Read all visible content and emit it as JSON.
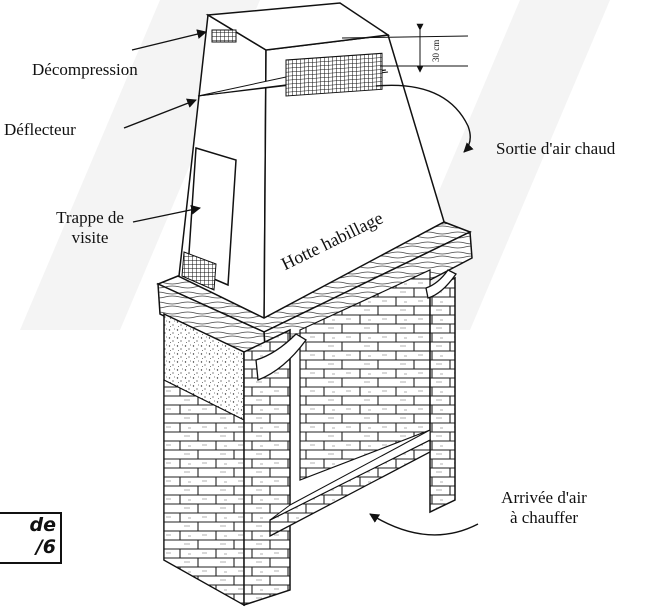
{
  "labels": {
    "decompression": "Décompression",
    "deflecteur": "Déflecteur",
    "sortie": "Sortie d'air chaud",
    "trappe_line1": "Trappe de",
    "trappe_line2": "visite",
    "hotte": "Hotte habillage",
    "arrivee_line1": "Arrivée d'air",
    "arrivee_line2": "à chauffer",
    "dimension": "30 cm"
  },
  "badge": {
    "line1": "de",
    "line2": "/6"
  },
  "colors": {
    "ink": "#111111",
    "background": "#ffffff",
    "watermark": "#f2f2f2"
  }
}
